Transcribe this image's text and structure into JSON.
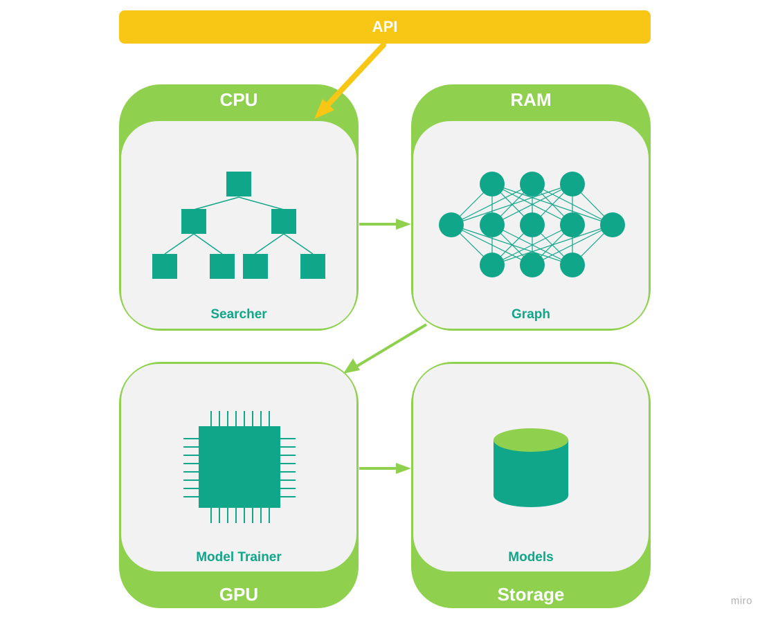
{
  "api": {
    "label": "API"
  },
  "groups": [
    {
      "title": "CPU",
      "label": "Searcher",
      "icon": "tree-hierarchy-icon"
    },
    {
      "title": "RAM",
      "label": "Graph",
      "icon": "neural-network-icon"
    },
    {
      "title": "GPU",
      "label": "Model Trainer",
      "icon": "chip-icon"
    },
    {
      "title": "Storage",
      "label": "Models",
      "icon": "database-icon"
    }
  ],
  "watermark": "miro",
  "colors": {
    "api": "#f8c615",
    "group": "#8fd14f",
    "inner": "#f2f2f2",
    "icon": "#10a689",
    "arrow_green": "#8fd14f",
    "arrow_yellow": "#f8c615"
  }
}
